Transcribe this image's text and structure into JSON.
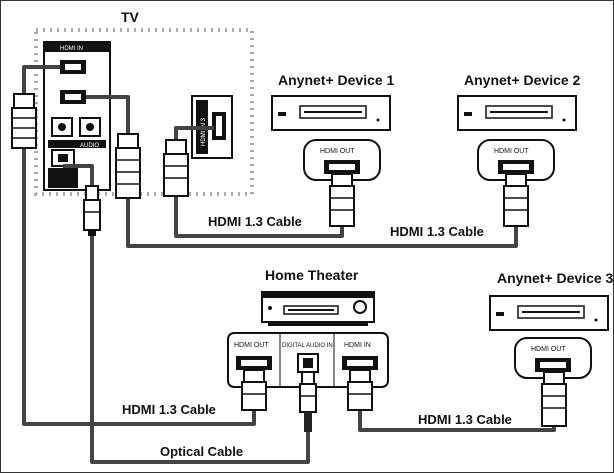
{
  "labels": {
    "tv": "TV",
    "device1": "Anynet+ Device 1",
    "device2": "Anynet+ Device 2",
    "device3": "Anynet+ Device 3",
    "home_theater": "Home Theater"
  },
  "cables": {
    "hdmi_top_1": "HDMI 1.3 Cable",
    "hdmi_top_2": "HDMI 1.3 Cable",
    "hdmi_bottom_left": "HDMI 1.3 Cable",
    "hdmi_bottom_right": "HDMI 1.3 Cable",
    "optical": "Optical Cable"
  },
  "ports": {
    "tv_hdmi_in": "HDMI IN",
    "tv_audio": "AUDIO",
    "tv_side_hdmi": "HDMI IN 3",
    "hdmi_out_1": "HDMI OUT",
    "hdmi_out_2": "HDMI OUT",
    "hdmi_out_3": "HDMI OUT",
    "ht_hdmi_out": "HDMI OUT",
    "ht_digital_audio_in": "DIGITAL AUDIO IN",
    "ht_hdmi_in": "HDMI IN"
  },
  "colors": {
    "cable": "#444444",
    "panel": "#111111",
    "tv_border": "#aaaaaa"
  }
}
